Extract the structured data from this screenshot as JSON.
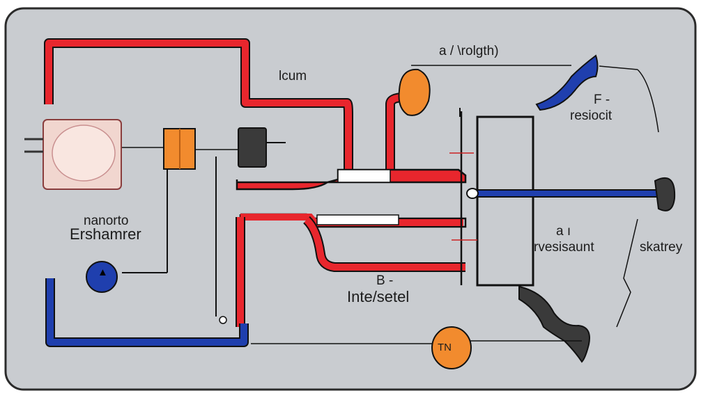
{
  "labels": {
    "top_right": "a / \\rolgth)",
    "lcum": "lcum",
    "f_letter": "F -",
    "resiocit": "resiocit",
    "nanorto": "nanorto",
    "ershamrer": "Ershamrer",
    "a_small": "a ı",
    "rvesisaunt": "rvesisaunt",
    "skatrey": "skatrey",
    "b_letter": "B -",
    "intersetel": "Inte/setel",
    "tn_text": "TN",
    "marker_glyph": "▲"
  },
  "colors": {
    "background": "#c9ccd0",
    "frame": "#2b2b2b",
    "red_pipe": "#e8262d",
    "blue_pipe": "#1f3fae",
    "orange": "#f28b2e",
    "dark": "#3a3a3a",
    "wire": "#1a1a1a"
  }
}
